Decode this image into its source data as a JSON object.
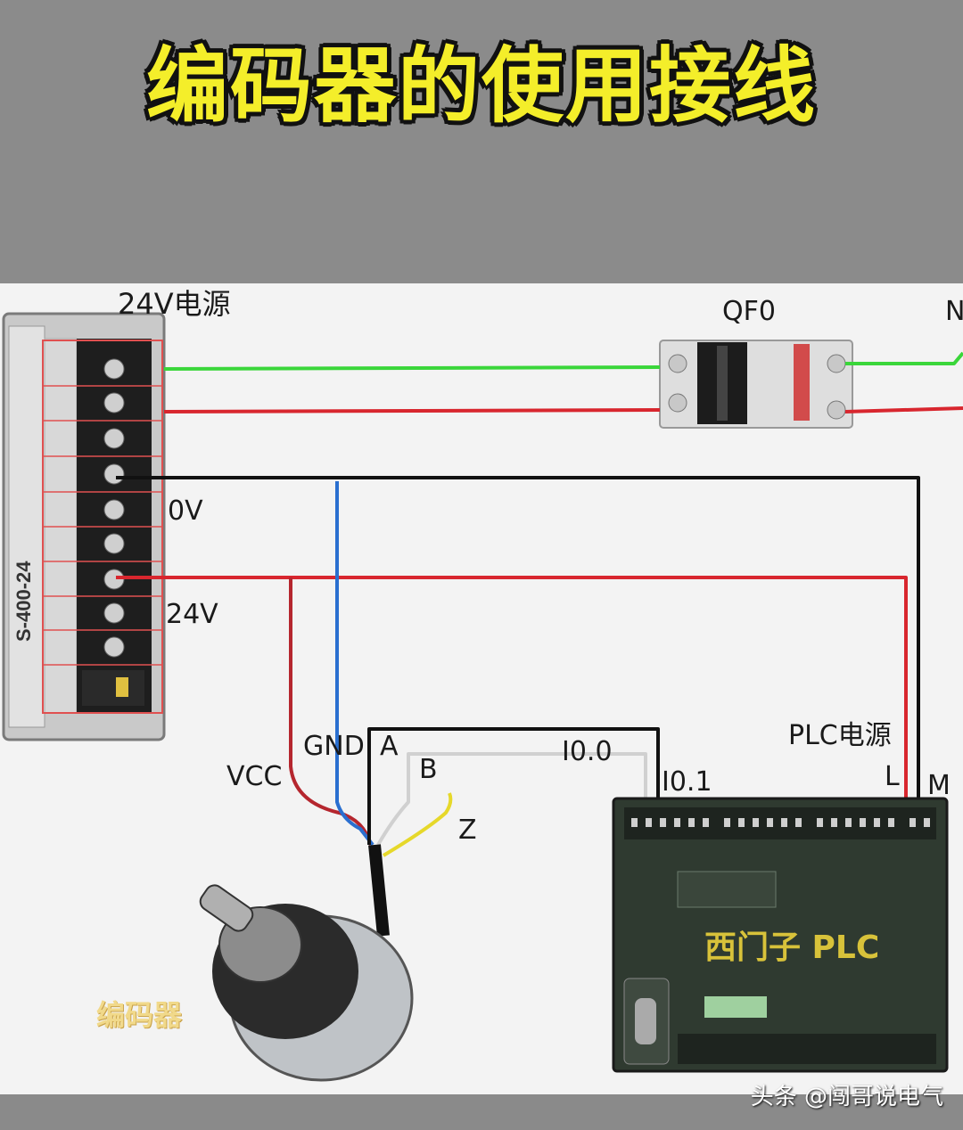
{
  "title": "编码器的使用接线",
  "labels": {
    "psu": "24V电源",
    "breaker": "QF0",
    "neutral": "N",
    "zero_v": "0V",
    "plus_24v": "24V",
    "psu_model": "S-400-24",
    "gnd": "GND",
    "vcc": "VCC",
    "a": "A",
    "b": "B",
    "z": "Z",
    "i00": "I0.0",
    "i01": "I0.1",
    "plc_power": "PLC电源",
    "l": "L",
    "m": "M",
    "plc_name": "西门子  PLC",
    "encoder_name": "编码器"
  },
  "watermark": "头条 @闯哥说电气",
  "colors": {
    "title_fill": "#f4ee2a",
    "wire_green": "#3ad63a",
    "wire_red": "#d8262e",
    "wire_black": "#111111",
    "wire_blue": "#2a6fd0",
    "wire_white": "#d8d8d8",
    "wire_yellow": "#e6d82a",
    "plc_body": "#2f3a30"
  }
}
